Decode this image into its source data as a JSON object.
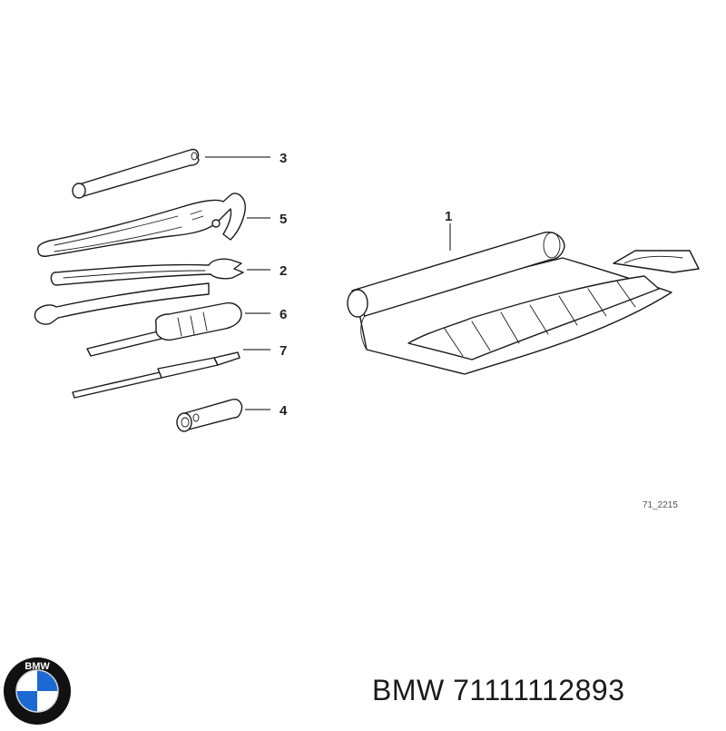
{
  "diagram": {
    "callouts": [
      {
        "id": "tool-roll",
        "label": "1"
      },
      {
        "id": "open-end-wrench",
        "label": "2"
      },
      {
        "id": "wheel-brace",
        "label": "3"
      },
      {
        "id": "socket",
        "label": "4"
      },
      {
        "id": "pliers",
        "label": "5"
      },
      {
        "id": "screwdriver",
        "label": "6"
      },
      {
        "id": "screwdriver-blade",
        "label": "7"
      }
    ],
    "diagram_code": "71_2215"
  },
  "footer": {
    "brand": "BMW",
    "part_number": "71111112893",
    "caption": "BMW 71111112893"
  },
  "logo": {
    "text": "BMW",
    "icon": "bmw-roundel-icon",
    "colors": {
      "blue": "#1c69d4",
      "ring": "#111111",
      "white": "#ffffff"
    }
  }
}
